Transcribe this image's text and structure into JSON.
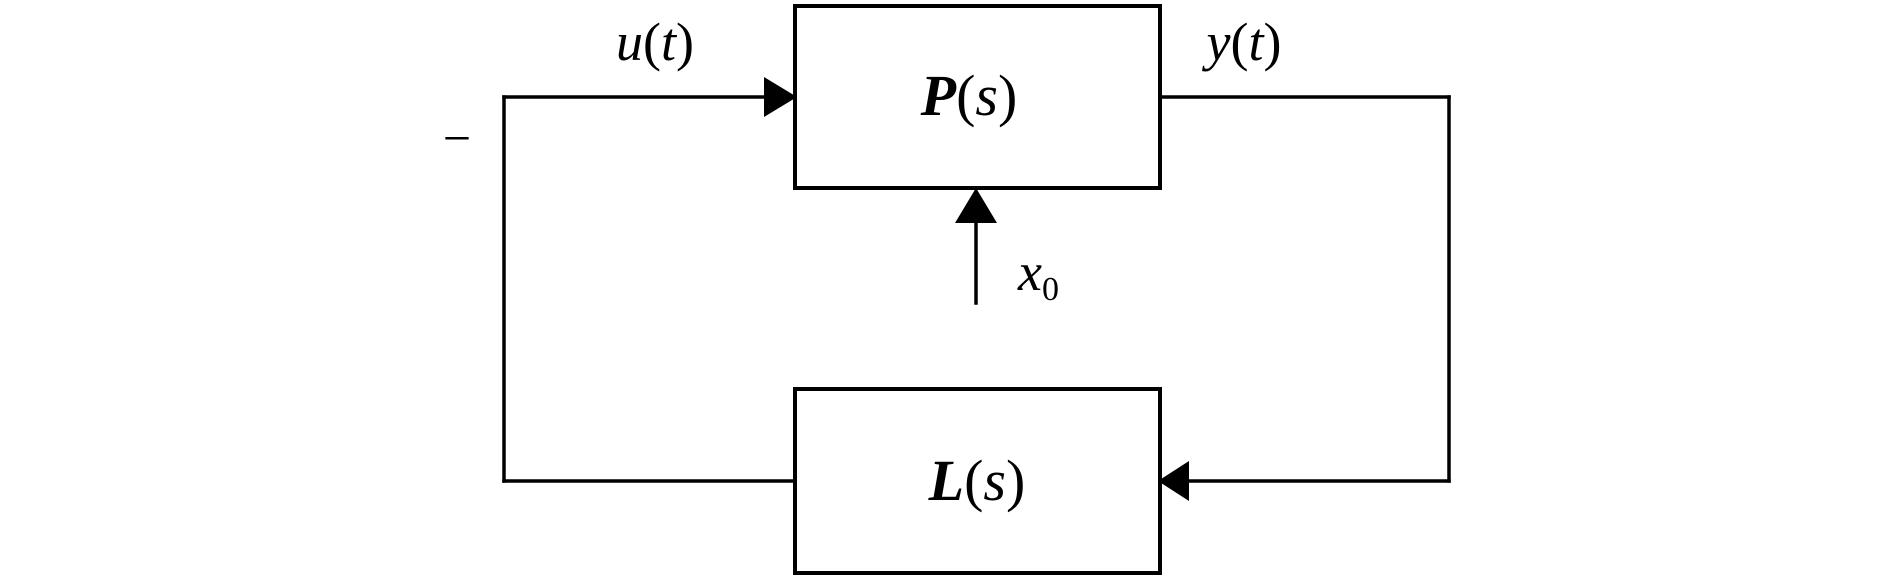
{
  "diagram": {
    "blocks": {
      "plant": {
        "name": "P",
        "arg": "s"
      },
      "controller": {
        "name": "L",
        "arg": "s"
      }
    },
    "signals": {
      "input": {
        "name": "u",
        "arg": "t"
      },
      "output": {
        "name": "y",
        "arg": "t"
      },
      "initial_state": {
        "name": "x",
        "subscript": "0"
      }
    },
    "feedback_sign": "−"
  }
}
